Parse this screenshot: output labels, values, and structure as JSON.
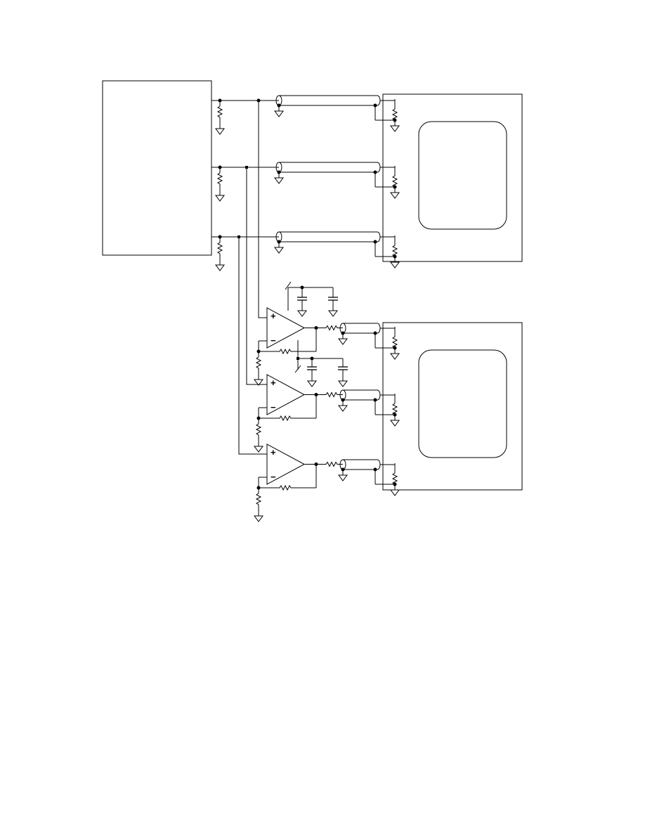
{
  "diagram": {
    "type": "schematic",
    "source_channels": 3,
    "monitors": 2,
    "buffer_amplifiers": 3,
    "supply_bypass_groups": 2,
    "colors": {
      "ink": "#000000",
      "background": "#ffffff"
    },
    "op_amp_pin_symbols": {
      "non_inverting": "+",
      "inverting": "−"
    }
  }
}
